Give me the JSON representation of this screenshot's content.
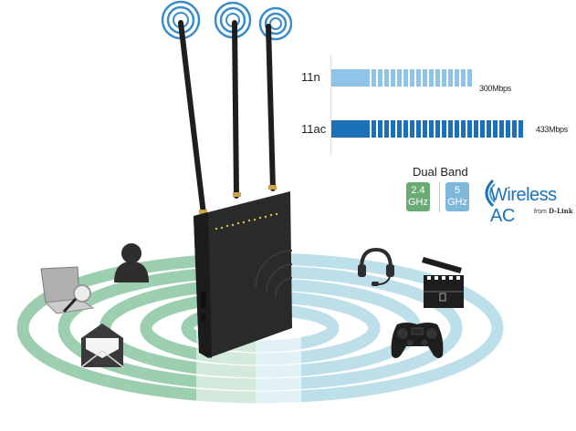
{
  "chart_data": {
    "type": "bar",
    "orientation": "horizontal",
    "categories": [
      "11n",
      "11ac"
    ],
    "values": [
      300,
      433
    ],
    "value_labels": [
      "300Mbps",
      "433Mbps"
    ],
    "unit": "Mbps",
    "colors": [
      "#8fc3e8",
      "#1a71ba"
    ],
    "title": "",
    "xlabel": "",
    "ylabel": ""
  },
  "speeds": {
    "n": {
      "label": "11n",
      "value": "300Mbps",
      "color": "#8fc3e8"
    },
    "ac": {
      "label": "11ac",
      "value": "433Mbps",
      "color": "#1a71ba"
    }
  },
  "dual_band": {
    "title": "Dual Band",
    "band1": {
      "line1": "2.4",
      "line2": "GHz",
      "color": "#6aaa74"
    },
    "band2": {
      "line1": "5",
      "line2": "GHz",
      "color": "#7fb7da"
    }
  },
  "brand": {
    "wireless": "Wireless AC",
    "from": "from",
    "maker": "D-Link"
  },
  "devices": [
    "laptop-search",
    "user",
    "email",
    "headset",
    "clapperboard",
    "gamepad"
  ]
}
